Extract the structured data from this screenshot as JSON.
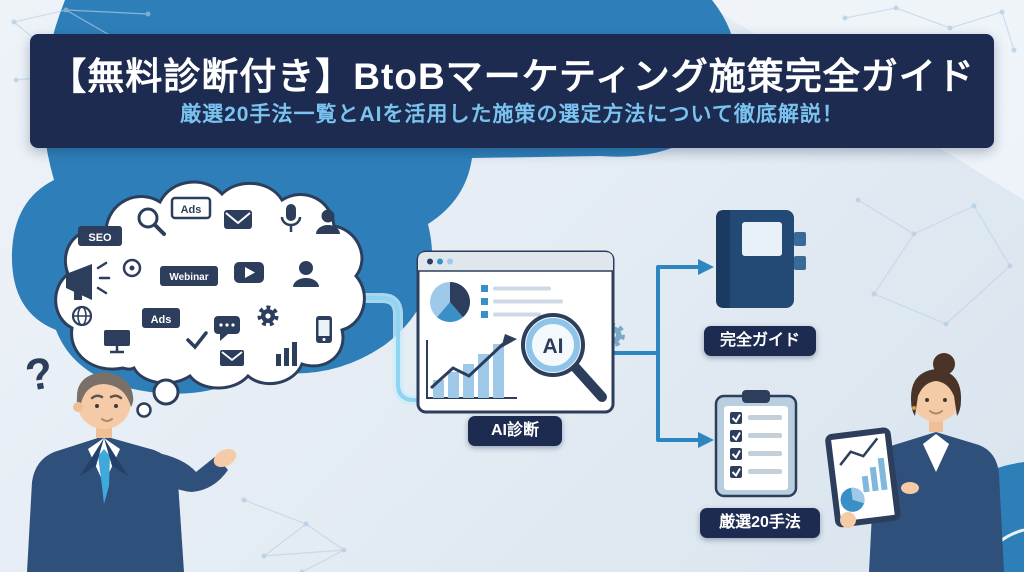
{
  "banner": {
    "title": "【無料診断付き】BtoBマーケティング施策完全ガイド",
    "subtitle": "厳選20手法一覧とAIを活用した施策の選定方法について徹底解説！"
  },
  "thought_cloud": {
    "seo_badge": "SEO",
    "ads_badge_top": "Ads",
    "ads_badge_mid": "Ads",
    "webinar_badge": "Webinar"
  },
  "flow": {
    "question_mark": "?",
    "lens_text": "AI",
    "step_ai_label": "AI診断",
    "result_guide_label": "完全ガイド",
    "result_methods_label": "厳選20手法"
  },
  "colors": {
    "banner_bg": "#1d2b50",
    "blob_blue": "#2e7fb9",
    "navy": "#2c3e5c",
    "accent_blue": "#2e86c1",
    "light_blue": "#8fc3e8",
    "subtitle_text": "#79c3ee"
  }
}
